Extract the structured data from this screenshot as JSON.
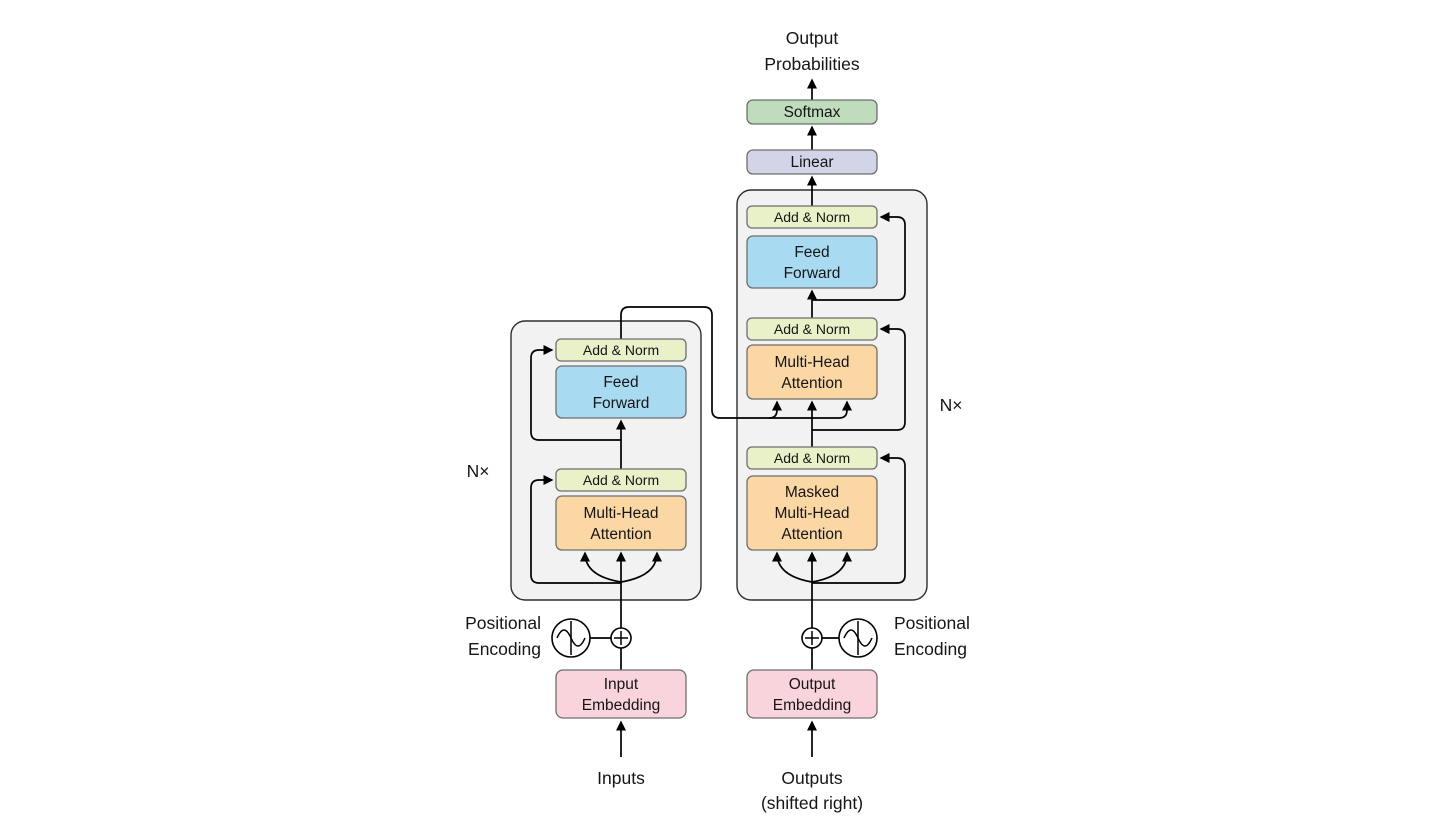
{
  "colors": {
    "background": "#ffffff",
    "container_fill": "#f2f2f2",
    "add_norm_fill": "#e9f1c8",
    "attention_fill": "#fbd7a4",
    "feed_forward_fill": "#a8dbf2",
    "embedding_fill": "#f9d4dc",
    "linear_fill": "#d2d4e8",
    "softmax_fill": "#bfddbc"
  },
  "labels": {
    "output_probabilities": [
      "Output",
      "Probabilities"
    ],
    "softmax": "Softmax",
    "linear": "Linear",
    "add_norm": "Add & Norm",
    "feed_forward": [
      "Feed",
      "Forward"
    ],
    "multi_head_attention": [
      "Multi-Head",
      "Attention"
    ],
    "masked_multi_head_attention": [
      "Masked",
      "Multi-Head",
      "Attention"
    ],
    "input_embedding": [
      "Input",
      "Embedding"
    ],
    "output_embedding": [
      "Output",
      "Embedding"
    ],
    "positional_encoding": [
      "Positional",
      "Encoding"
    ],
    "inputs": "Inputs",
    "outputs": [
      "Outputs",
      "(shifted right)"
    ],
    "n_times": "N×"
  }
}
